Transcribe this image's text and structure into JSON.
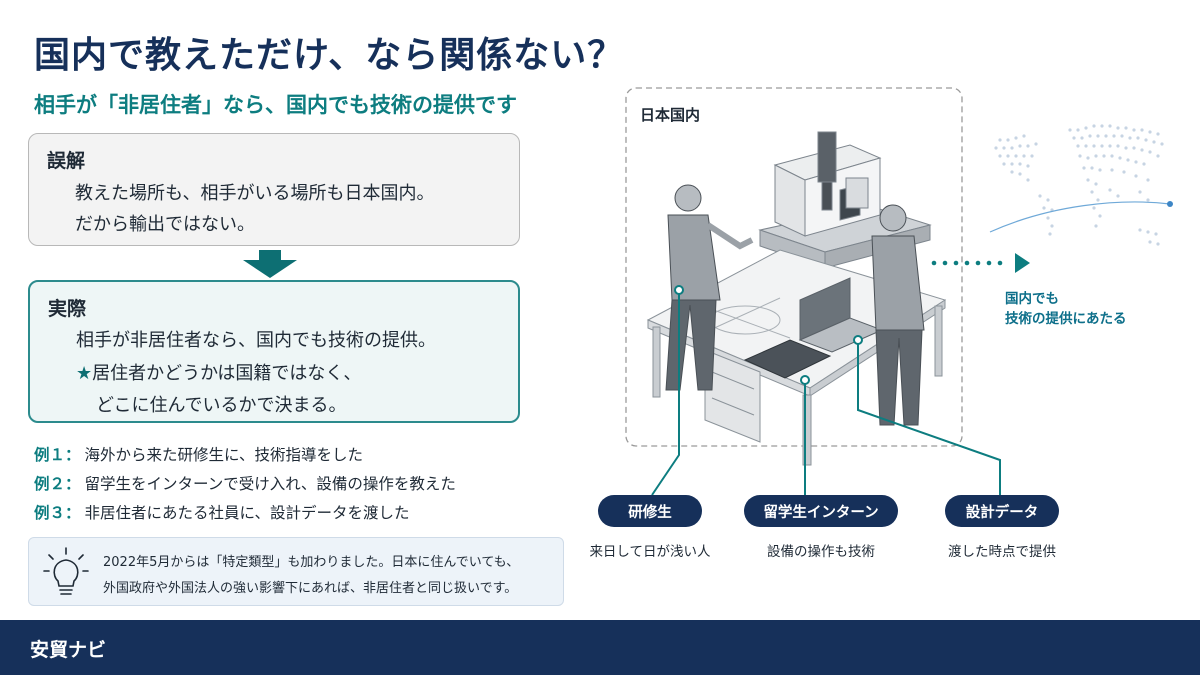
{
  "header": {
    "title": "国内で教えただけ、なら関係ない？",
    "subtitle": "相手が「非居住者」なら、国内でも技術の提供です"
  },
  "misconception": {
    "heading": "誤解",
    "lines": [
      "教えた場所も、相手がいる場所も日本国内。",
      "だから輸出ではない。"
    ]
  },
  "reality": {
    "heading": "実際",
    "line1": "相手が非居住者なら、国内でも技術の提供。",
    "star": "★",
    "line2": "居住者かどうかは国籍ではなく、",
    "line3": "どこに住んでいるかで決まる。"
  },
  "examples": [
    {
      "label": "例１：",
      "text": "海外から来た研修生に、技術指導をした"
    },
    {
      "label": "例２：",
      "text": "留学生をインターンで受け入れ、設備の操作を教えた"
    },
    {
      "label": "例３：",
      "text": "非居住者にあたる社員に、設計データを渡した"
    }
  ],
  "note": {
    "icon": "lightbulb-icon",
    "line1": "2022年5月からは「特定類型」も加わりました。日本に住んでいても、",
    "line2": "外国政府や外国法人の強い影響下にあれば、非居住者と同じ扱いです。"
  },
  "illustration": {
    "region_label": "日本国内",
    "side_label_line1": "国内でも",
    "side_label_line2": "技術の提供にあたる",
    "callouts": [
      {
        "label": "研修生",
        "caption": "来日して日が浅い人"
      },
      {
        "label": "留学生インターン",
        "caption": "設備の操作も技術"
      },
      {
        "label": "設計データ",
        "caption": "渡した時点で提供"
      }
    ]
  },
  "footer": {
    "brand": "安貿ナビ"
  },
  "colors": {
    "navy": "#16305a",
    "teal": "#0d7d80",
    "teal_border": "#2c8b8d",
    "note_bg": "#edf3f9"
  }
}
